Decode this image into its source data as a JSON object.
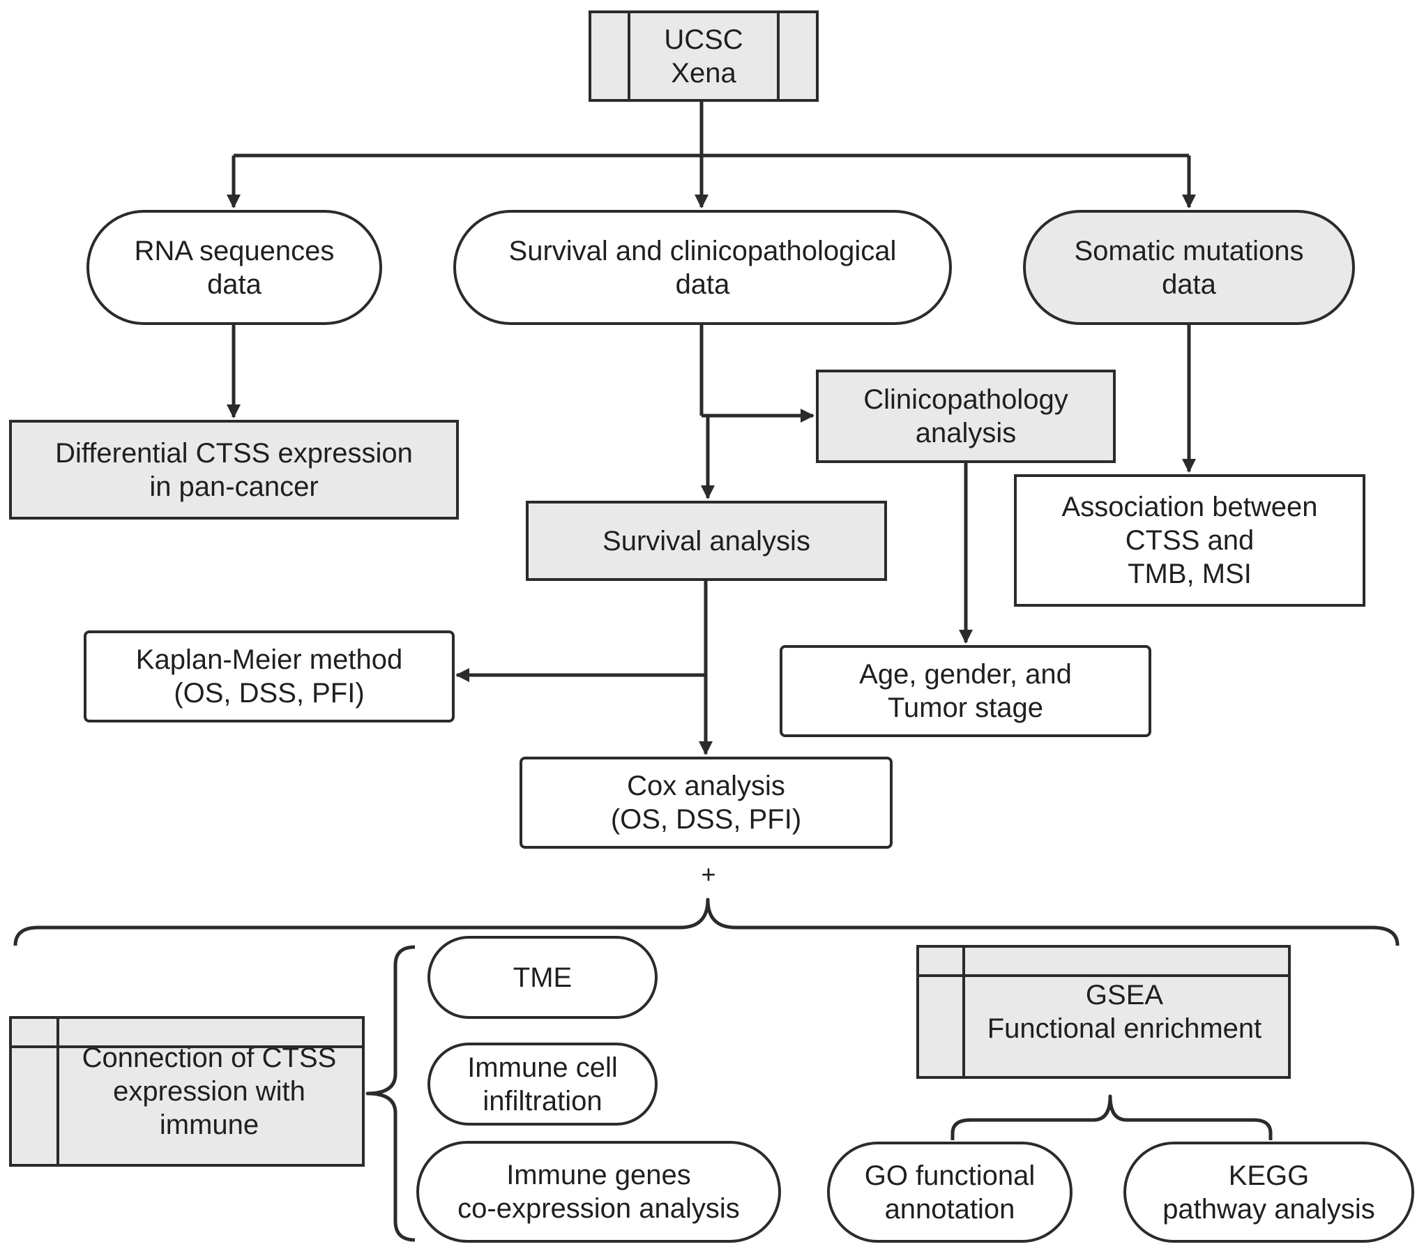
{
  "nodes": {
    "ucsc_xena": "UCSC\nXena",
    "rna_sequences": "RNA sequences\ndata",
    "survival_clinical": "Survival and clinicopathological\ndata",
    "somatic_mutations": "Somatic mutations\ndata",
    "differential_ctss": "Differential CTSS expression\nin pan-cancer",
    "clinicopathology_analysis": "Clinicopathology\nanalysis",
    "survival_analysis": "Survival analysis",
    "association_tmb_msi": "Association between\nCTSS and\nTMB, MSI",
    "kaplan_meier": "Kaplan-Meier method\n(OS, DSS, PFI)",
    "age_gender_stage": "Age, gender, and\nTumor stage",
    "cox_analysis": "Cox analysis\n(OS, DSS, PFI)",
    "plus": "+",
    "connection_immune": "Connection of CTSS\nexpression with\nimmune",
    "tme": "TME",
    "immune_cell_infiltration": "Immune cell\ninfiltration",
    "immune_genes_coexpression": "Immune genes\nco-expression analysis",
    "gsea": "GSEA\nFunctional enrichment",
    "go_annotation": "GO functional\nannotation",
    "kegg_pathway": "KEGG\npathway analysis"
  },
  "colors": {
    "stroke": "#2b2b2b",
    "fill_gray": "#e9e9e9",
    "fill_white": "#ffffff",
    "text": "#1f1f1f"
  }
}
